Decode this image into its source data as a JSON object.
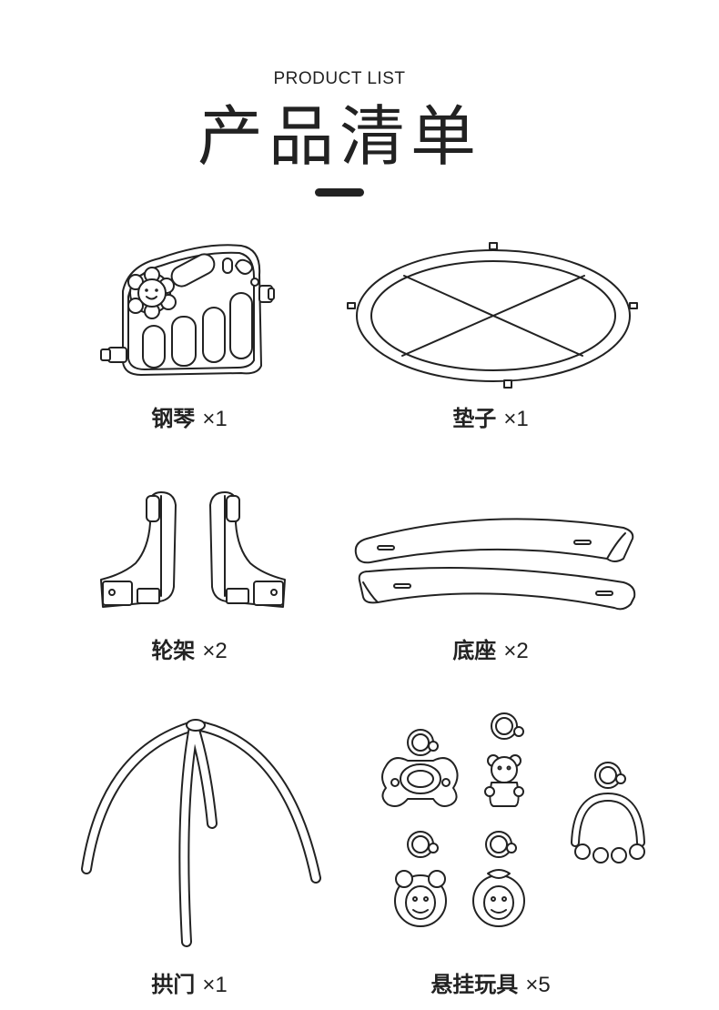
{
  "header": {
    "subtitle": "PRODUCT LIST",
    "title": "产品清单"
  },
  "items": [
    {
      "name": "钢琴",
      "qty": "×1"
    },
    {
      "name": "垫子",
      "qty": "×1"
    },
    {
      "name": "轮架",
      "qty": "×2"
    },
    {
      "name": "底座",
      "qty": "×2"
    },
    {
      "name": "拱门",
      "qty": "×1"
    },
    {
      "name": "悬挂玩具",
      "qty": "×5"
    }
  ]
}
